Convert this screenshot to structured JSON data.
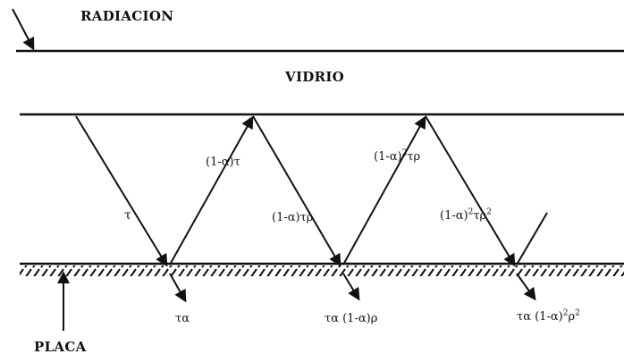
{
  "labels": {
    "radiation": "RADIACION",
    "glass": "VIDRIO",
    "plate": "PLACA"
  },
  "terms": {
    "t1": "τ",
    "r1": "(1-α)τ",
    "t2": "(1-α)τρ",
    "r2_base": "(1-α)",
    "r2_exp": "2",
    "r2_tail": "τρ",
    "t3_base": "(1-α)",
    "t3_exp": "2",
    "t3_mid": "τρ",
    "t3_exp2": "2",
    "a1": "τα",
    "a2": "τα (1-α)ρ",
    "a3_base": "τα (1-α)",
    "a3_exp": "2",
    "a3_mid": "ρ",
    "a3_exp2": "2"
  },
  "colors": {
    "ink": "#111111",
    "background": "#ffffff"
  }
}
